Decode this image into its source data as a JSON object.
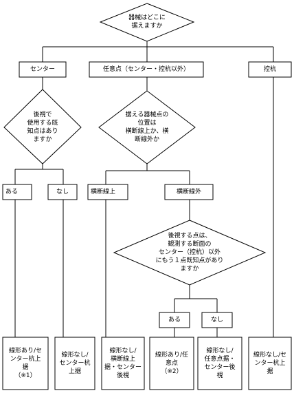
{
  "nodes": {
    "q_install": "器械はどこに\n据えますか",
    "center": "センター",
    "arbitrary": "任意点（センター・控杭以外）",
    "stake": "控杭",
    "q_known_point": "後視で\n使用する既\n知点はあり\nますか",
    "q_on_cross": "据える器械点の\n位置は\n横断線上か、横\n断線外か",
    "yes1": "ある",
    "no1": "なし",
    "on_cross": "横断線上",
    "off_cross": "横断線外",
    "q_backsight": "後視する点は、\n観測する断面の\nセンター（控杭）以外\nにもう１点既知点があり\nますか",
    "yes2": "ある",
    "no2": "なし",
    "r1": "線形あり/セ\nンター杭上\n据\n（※1）",
    "r2": "線形なし/\nセンター杭\n上据",
    "r3": "線形なし/\n横断線上\n据・センター\n後視",
    "r4": "線形あり/任\n意点\n（※2）",
    "r5": "線形なし/\n任意点据・\nセンター後\n視",
    "r6": "線形なし/セ\nンター杭上\n据"
  }
}
